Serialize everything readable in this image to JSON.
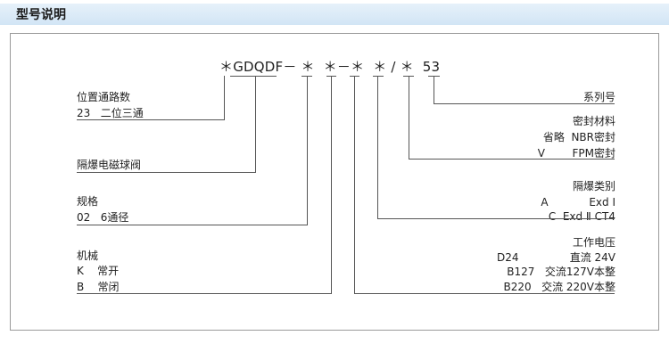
{
  "header": {
    "title": "型号说明"
  },
  "model_code": "＊GDQDF－ ＊  ＊－＊  ＊ / ＊  53",
  "left_groups": {
    "valves": {
      "title": "位置通路数",
      "items": [
        "23   二位三通"
      ]
    },
    "explosion_valve": {
      "title": "隔爆电磁球阀"
    },
    "spec": {
      "title": "规格",
      "items": [
        "02   6通径"
      ]
    },
    "mechanical": {
      "title": "机械",
      "items": [
        "K    常开",
        "B    常闭"
      ]
    }
  },
  "right_groups": {
    "series": {
      "title": "系列号"
    },
    "seal": {
      "title": "密封材料",
      "items": [
        "省略  NBR密封",
        "V        FPM密封"
      ]
    },
    "explosion_class": {
      "title": "隔爆类别",
      "items": [
        "A            Exd Ⅰ",
        "C  Exd Ⅱ CT4"
      ]
    },
    "voltage": {
      "title": "工作电压",
      "items": [
        "D24               直流 24V",
        "B127   交流127V本整",
        "B220   交流 220V本整"
      ]
    }
  },
  "colors": {
    "header_bg": "#d8e8f6",
    "line": "#555555",
    "border": "#9a9a9a"
  }
}
